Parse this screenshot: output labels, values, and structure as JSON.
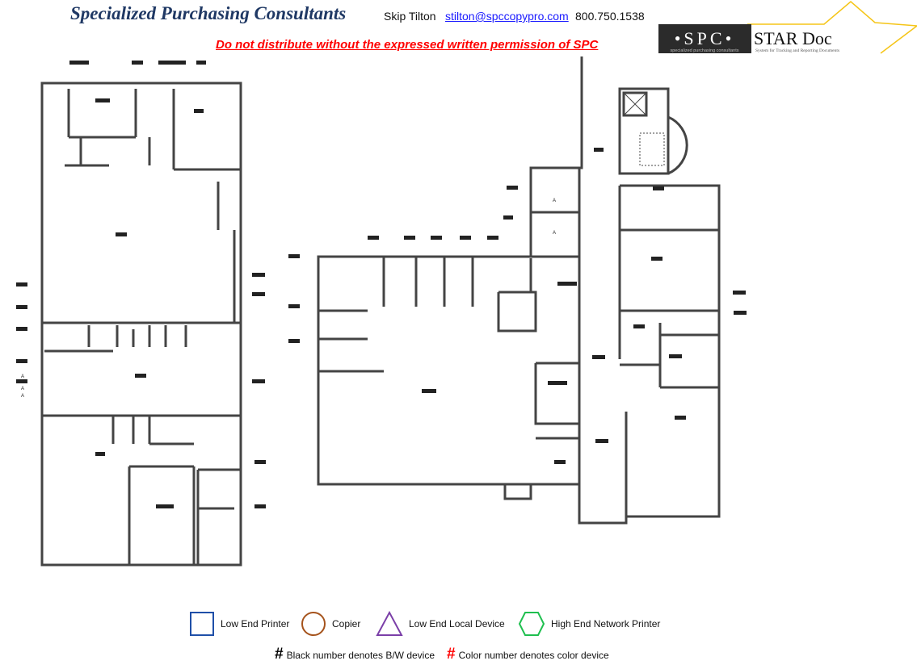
{
  "header": {
    "company": "Specialized Purchasing Consultants",
    "contact_name": "Skip Tilton",
    "email": "stilton@spccopypro.com",
    "phone": "800.750.1538",
    "warning": "Do not distribute without the expressed written permission of SPC"
  },
  "logo": {
    "left_text": "SPC",
    "left_subtitle": "specialized purchasing consultants",
    "right_text": "STAR Doc",
    "right_subtitle": "System for Tracking and Reporting Documents",
    "star_color": "#f5c518"
  },
  "floorplan": {
    "markers": [
      "A",
      "A",
      "A",
      "A",
      "A"
    ]
  },
  "legend": {
    "items": [
      {
        "label": "Low End Printer",
        "shape": "square",
        "color": "#1f4fa8"
      },
      {
        "label": "Copier",
        "shape": "circle",
        "color": "#a5531c"
      },
      {
        "label": "Low End Local Device",
        "shape": "triangle",
        "color": "#7b3fa8"
      },
      {
        "label": "High End Network Printer",
        "shape": "hexagon",
        "color": "#1fbf4f"
      }
    ],
    "notes": [
      {
        "symbol": "#",
        "label": "Black number denotes B/W device",
        "color": "#000000"
      },
      {
        "symbol": "#",
        "label": "Color number denotes color device",
        "color": "#ff0000"
      }
    ]
  }
}
